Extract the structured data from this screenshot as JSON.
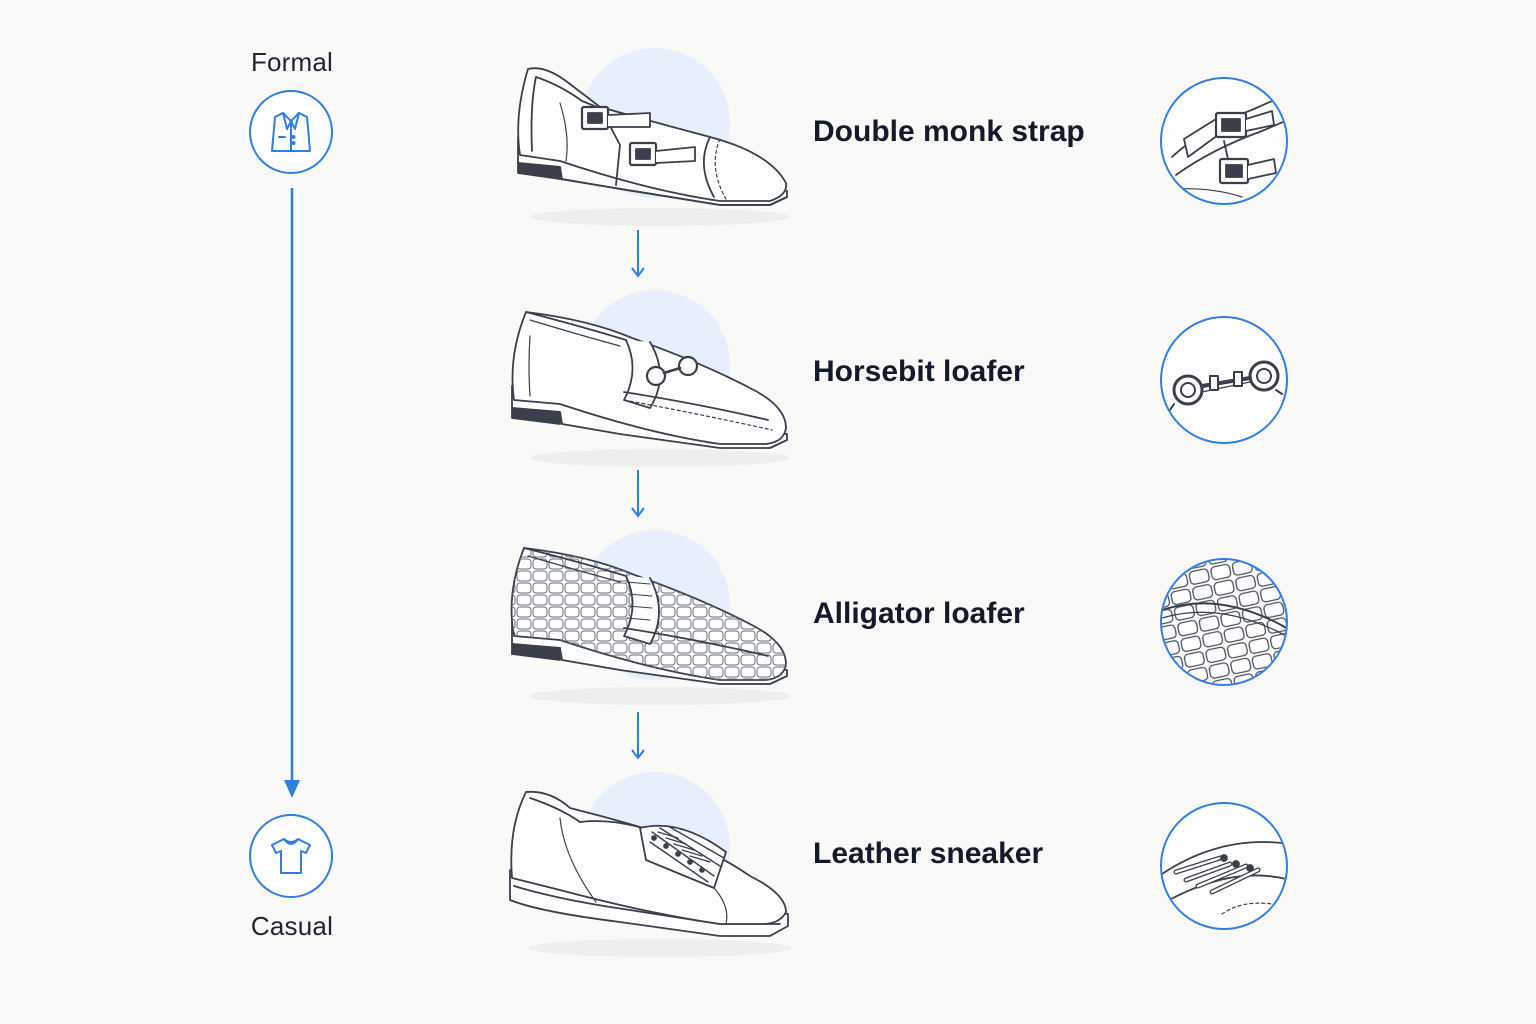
{
  "scale": {
    "top_label": "Formal",
    "bottom_label": "Casual",
    "top_icon": "blazer-icon",
    "bottom_icon": "tshirt-icon"
  },
  "shoes": [
    {
      "label": "Double monk strap",
      "icon": "double-monk-strap-shoe-icon",
      "detail_icon": "buckle-detail-icon"
    },
    {
      "label": "Horsebit loafer",
      "icon": "horsebit-loafer-icon",
      "detail_icon": "horsebit-detail-icon"
    },
    {
      "label": "Alligator loafer",
      "icon": "alligator-loafer-icon",
      "detail_icon": "croc-texture-detail-icon"
    },
    {
      "label": "Leather sneaker",
      "icon": "leather-sneaker-icon",
      "detail_icon": "laces-detail-icon"
    }
  ],
  "colors": {
    "accent": "#2f7fe0",
    "halo": "#e6effb",
    "text": "#141a2b",
    "background": "#f9f9f7"
  }
}
